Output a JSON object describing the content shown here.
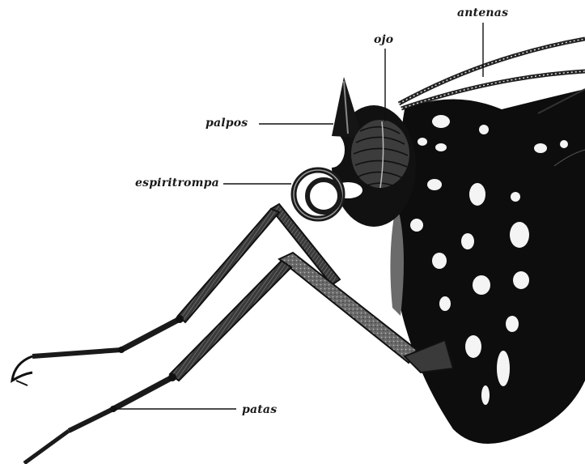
{
  "diagram": {
    "labels": {
      "antenas": "antenas",
      "ojo": "ojo",
      "palpos": "palpos",
      "espiritrompa": "espiritrompa",
      "patas": "patas"
    }
  },
  "colors": {
    "ink": "#111111",
    "body": "#0d0d0d",
    "highlight": "#f4f4f4",
    "leg": "#2a2a2a",
    "background": "#ffffff"
  }
}
